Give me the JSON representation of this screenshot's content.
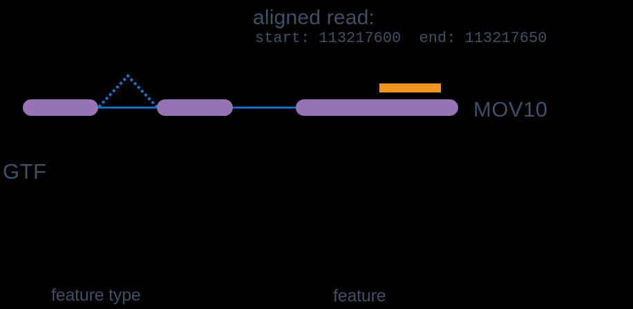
{
  "header": {
    "title": "aligned read:",
    "read_coordinates": "start: 113217600  end: 113217650",
    "start_label": "start:",
    "start_value": "113217600",
    "end_label": "end:",
    "end_value": "113217650"
  },
  "gene_model": {
    "gene_name": "MOV10",
    "exon_count": 3,
    "elements": {
      "exons": "purple rounded boxes (feature)",
      "introns": "solid blue connector lines",
      "splice_junction": "dashed blue caret between exon 1 and exon 2",
      "aligned_read": "orange bar above exon 3"
    }
  },
  "annotation": {
    "format_label": "GTF"
  },
  "captions": {
    "feature_type": "feature type",
    "feature": "feature"
  },
  "colors": {
    "background": "#000000",
    "exon_purple": "#9673b4",
    "intron_blue": "#1b6fc0",
    "read_orange": "#f2941e",
    "label_text": "#3e5065"
  }
}
